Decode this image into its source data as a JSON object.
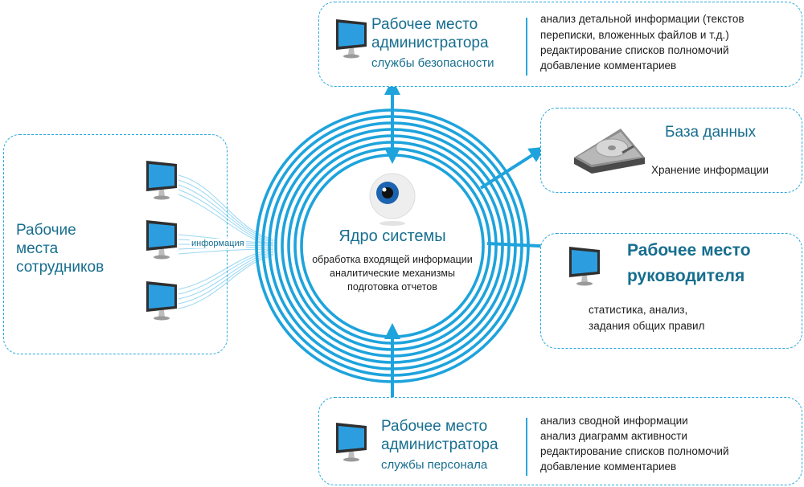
{
  "colors": {
    "accent": "#1ea3dc",
    "title_text": "#176e8f",
    "body_text": "#1d1d1d"
  },
  "employees": {
    "title_lines": [
      "Рабочие",
      "места",
      "сотрудников"
    ],
    "flow_label": "информация",
    "icon": "monitor-icon"
  },
  "core": {
    "title": "Ядро системы",
    "lines": [
      "обработка входящей информации",
      "аналитические механизмы",
      "подготовка отчетов"
    ],
    "icon": "eye-icon"
  },
  "security_admin": {
    "title_lines": [
      "Рабочее место",
      "администратора"
    ],
    "subtitle": "службы безопасности",
    "details": [
      "анализ детальной информации (текстов",
      "переписки, вложенных файлов и т.д.)",
      "редактирование списков полномочий",
      "добавление комментариев"
    ],
    "icon": "monitor-icon"
  },
  "database": {
    "title": "База данных",
    "subtitle": "Хранение информации",
    "icon": "hard-drive-icon"
  },
  "manager": {
    "title_lines": [
      "Рабочее место",
      "руководителя"
    ],
    "details": [
      "статистика, анализ,",
      "задания общих правил"
    ],
    "icon": "monitor-icon"
  },
  "hr_admin": {
    "title_lines": [
      "Рабочее место",
      "администратора"
    ],
    "subtitle": "службы персонала",
    "details": [
      "анализ сводной информации",
      "анализ диаграмм активности",
      "редактирование списков полномочий",
      "добавление комментариев"
    ],
    "icon": "monitor-icon"
  }
}
